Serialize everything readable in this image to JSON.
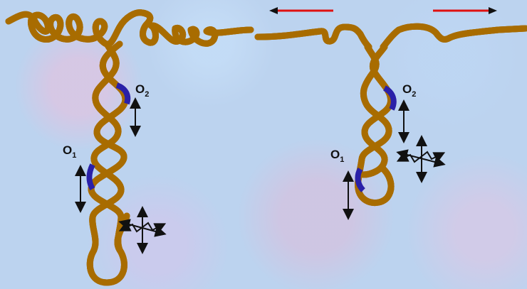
{
  "left_panel": {
    "operator_2": {
      "letter": "O",
      "subscript": "2"
    },
    "operator_1": {
      "letter": "O",
      "subscript": "1"
    }
  },
  "right_panel": {
    "operator_2": {
      "letter": "O",
      "subscript": "2"
    },
    "operator_1": {
      "letter": "O",
      "subscript": "1"
    }
  },
  "colors": {
    "dna_strand": "#f5c400",
    "dna_outline": "#a86d00",
    "operator_site": "#2a20a8",
    "tension_arrow": "#e01010",
    "double_arrow": "#111111"
  },
  "icons": [
    "double-headed-arrow-icon",
    "twist-arrow-icon",
    "red-tension-arrow-icon"
  ]
}
